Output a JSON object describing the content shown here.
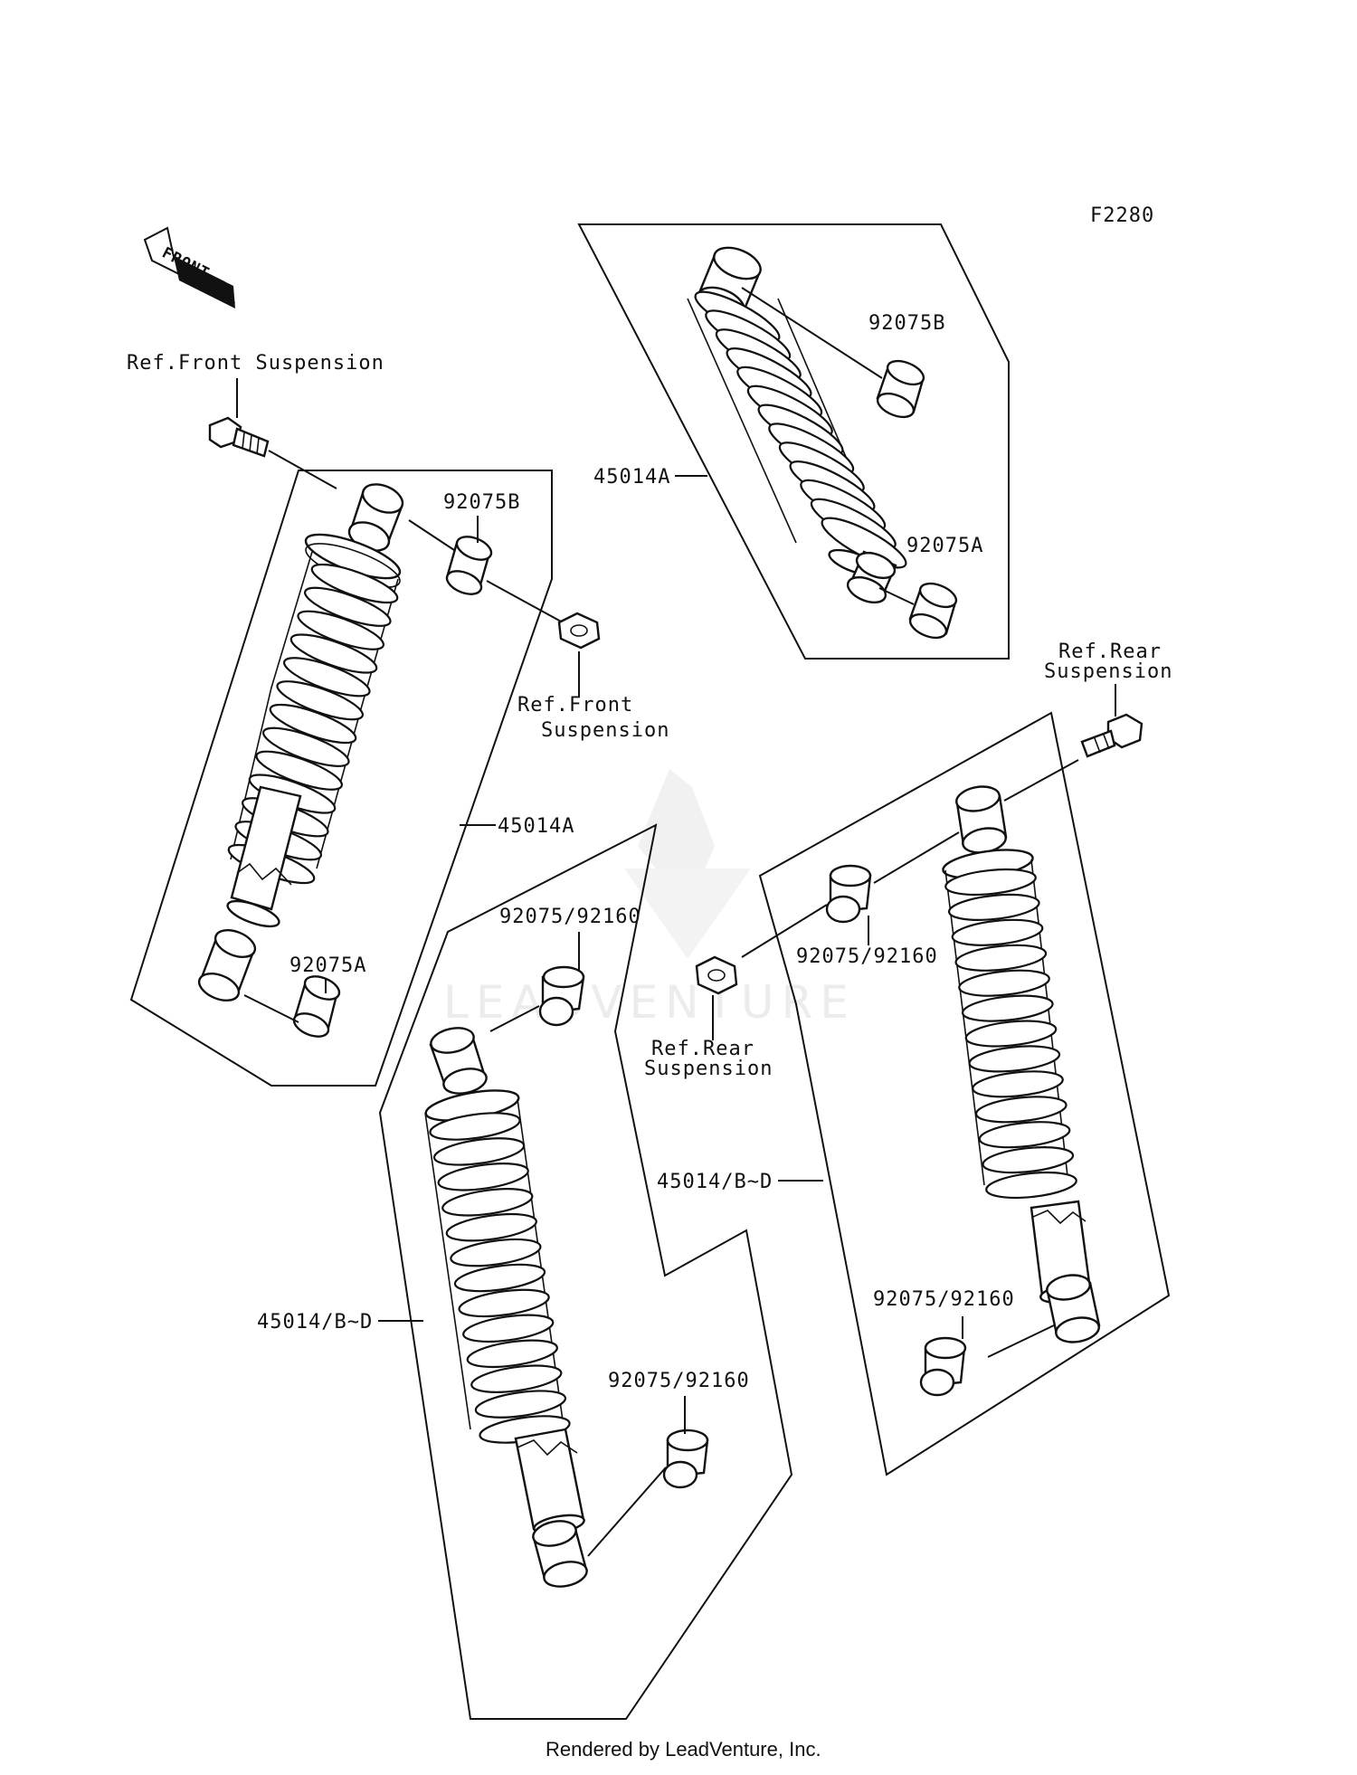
{
  "figure_code": "F2280",
  "front_arrow_text": "FRONT",
  "labels": {
    "ref_front_suspension_top": "Ref.Front Suspension",
    "ref_front_suspension_nut_line1": "Ref.Front",
    "ref_front_suspension_nut_line2": "Suspension",
    "ref_rear_suspension_top_line1": "Ref.Rear",
    "ref_rear_suspension_top_line2": "Suspension",
    "ref_rear_suspension_nut_line1": "Ref.Rear",
    "ref_rear_suspension_nut_line2": "Suspension",
    "shock_front_left": "45014A",
    "shock_front_right": "45014A",
    "shock_rear_left": "45014/B~D",
    "shock_rear_right": "45014/B~D",
    "bushing_top_left": "92075B",
    "bushing_bottom_left": "92075A",
    "bushing_top_right": "92075B",
    "bushing_bottom_right": "92075A",
    "bushing_rear_left_top": "92075/92160",
    "bushing_rear_left_bottom": "92075/92160",
    "bushing_rear_right_top": "92075/92160",
    "bushing_rear_right_bottom": "92075/92160"
  },
  "watermark": "LEADVENTURE",
  "footer": "Rendered by LeadVenture, Inc."
}
